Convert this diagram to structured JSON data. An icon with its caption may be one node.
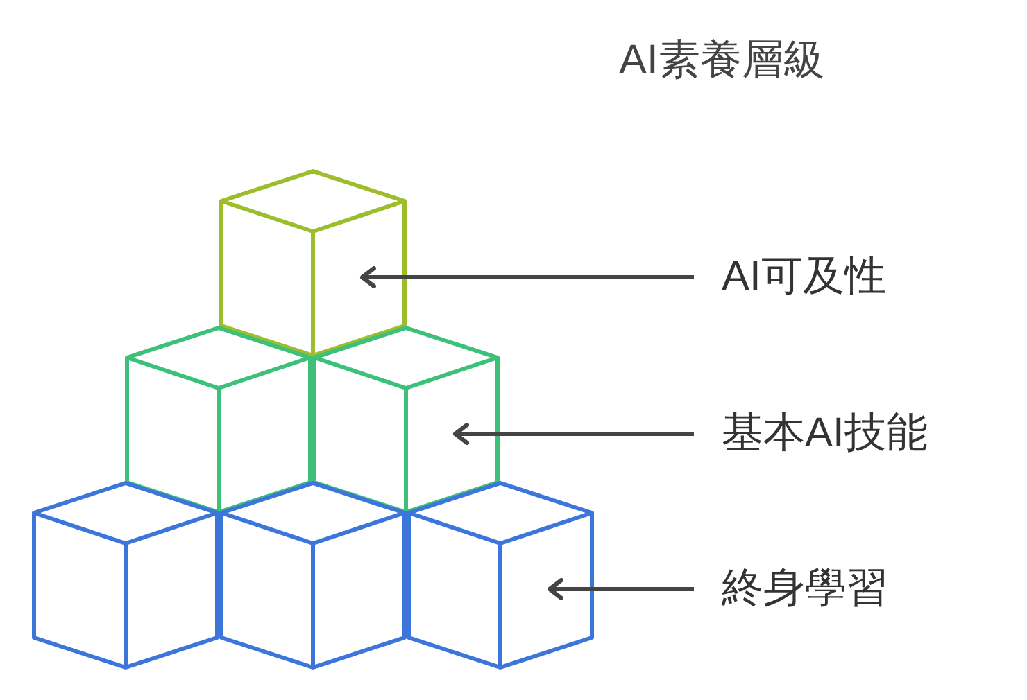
{
  "diagram": {
    "title": "AI素養層級",
    "nodes": [
      {
        "text": [],
        "shape": "cube"
      },
      {
        "text": [],
        "shape": "cube"
      },
      {
        "text": [],
        "shape": "cube"
      },
      {
        "text": [],
        "shape": "cube"
      },
      {
        "text": [],
        "shape": "cube"
      },
      {
        "text": [],
        "shape": "cube"
      },
      {
        "text": [
          "AI可及性"
        ]
      },
      {
        "text": [
          "基本AI技能"
        ]
      },
      {
        "text": [
          "終身學習"
        ]
      }
    ],
    "edges": [
      {
        "from": 6,
        "to": 0,
        "arrow": "to"
      },
      {
        "from": 7,
        "to": 2,
        "arrow": "to"
      },
      {
        "from": 8,
        "to": 5,
        "arrow": "to"
      }
    ]
  }
}
